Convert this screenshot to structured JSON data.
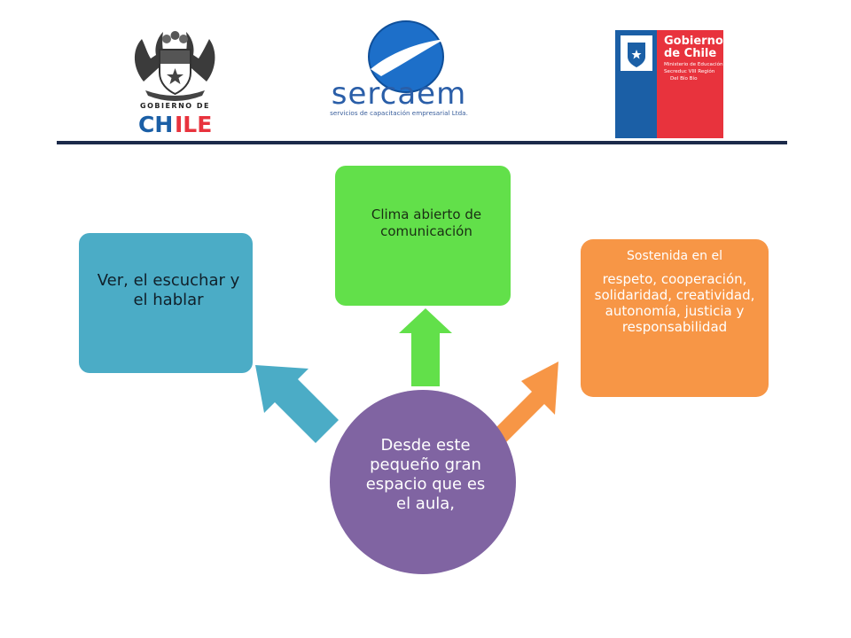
{
  "header": {
    "logo_gobierno_text": [
      "GOBIERNO DE",
      "CHILE"
    ],
    "logo_sercaem": {
      "name": "sercaem",
      "tagline": "servicios de capacitación empresarial Ltda."
    },
    "logo_ministerio_text": [
      "Gobierno",
      "de Chile",
      "Ministerio de Educación",
      "Secreduc VIII Región",
      "Del Bío Bío"
    ]
  },
  "diagram": {
    "center": "Desde este pequeño gran espacio que es el aula,",
    "left": "Ver, el escuchar y el hablar",
    "top": "Clima abierto de comunicación",
    "right_line1": "Sostenida en el",
    "right_rest": "respeto, cooperación, solidaridad, creatividad, autonomía, justicia y responsabilidad"
  },
  "colors": {
    "blue": "#4bacc6",
    "green": "#62e04a",
    "orange": "#f79646",
    "purple": "#8064a2",
    "navy_rule": "#1c2a4a",
    "chile_red": "#e8333d",
    "chile_blue": "#1b5fa6"
  }
}
